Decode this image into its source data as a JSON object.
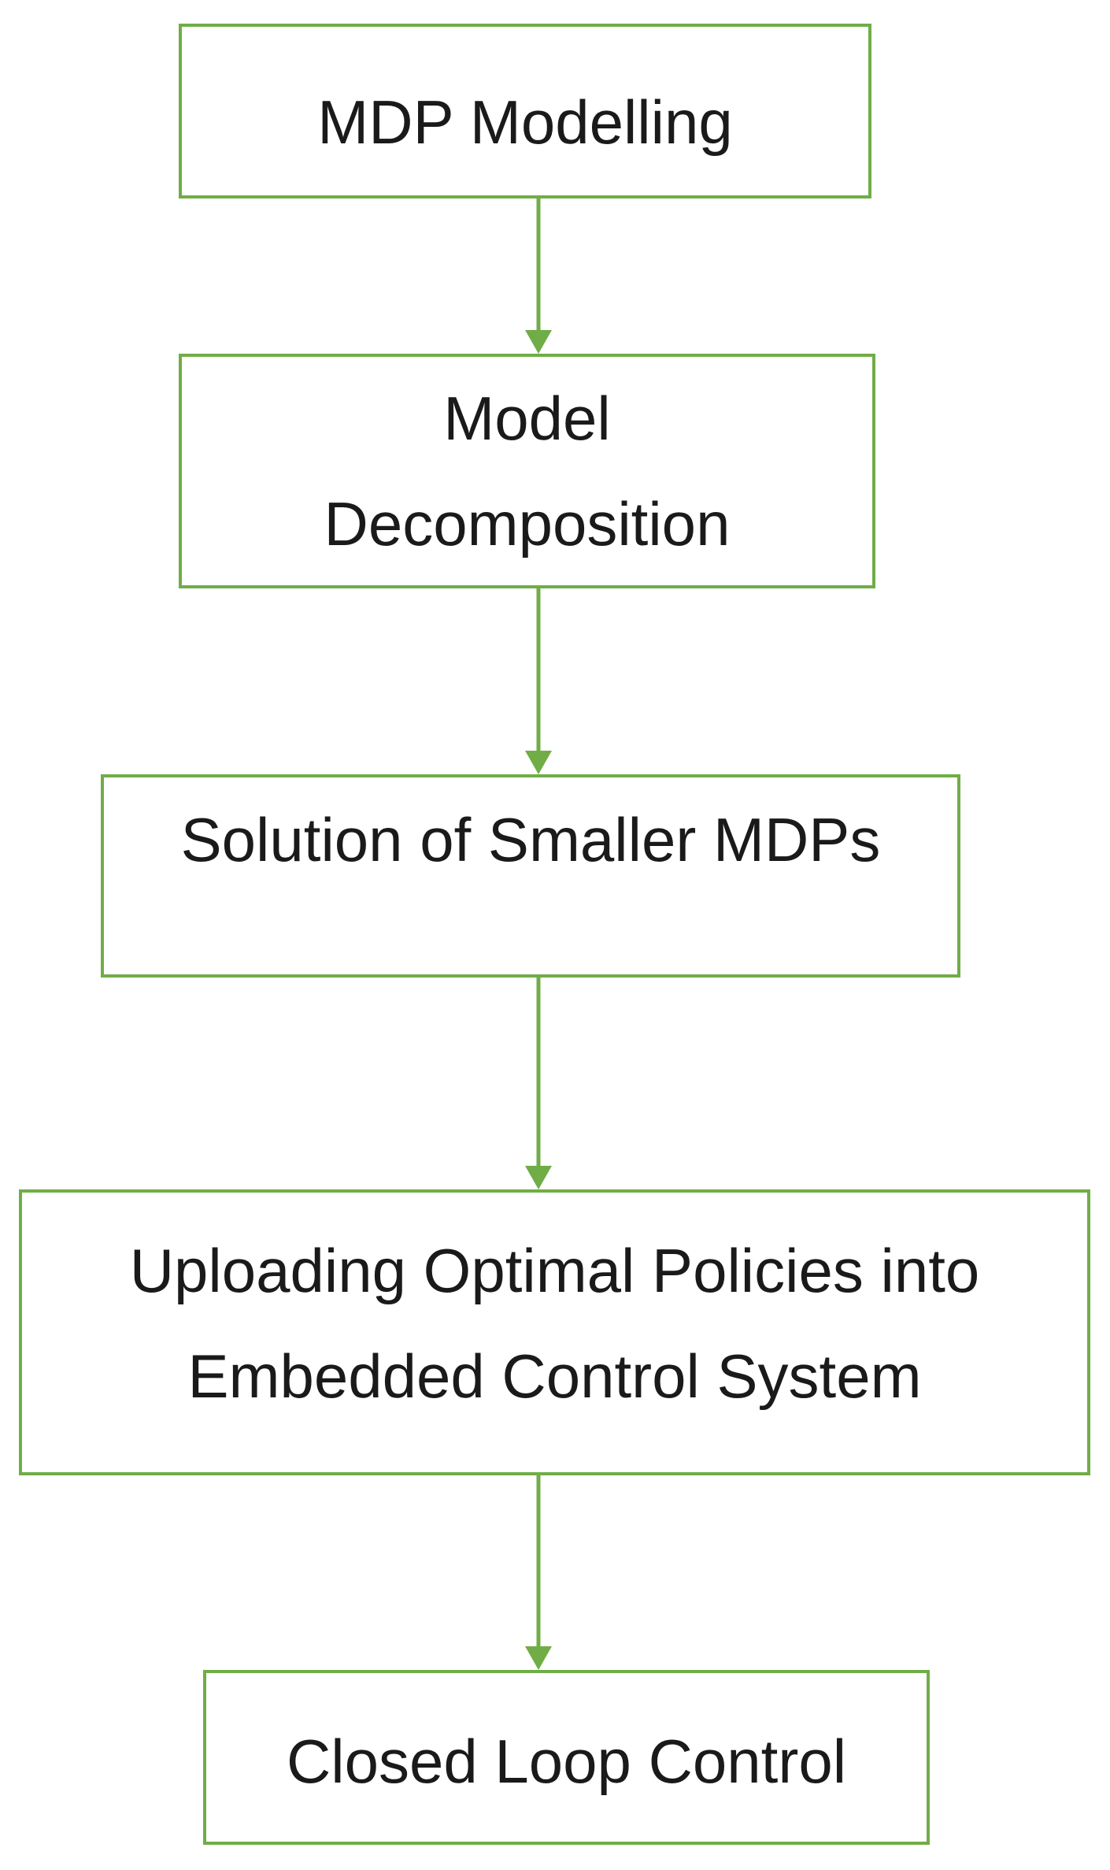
{
  "diagram": {
    "line_color": "#70ad47",
    "text_color": "#1a1a1a",
    "steps": [
      {
        "lines": [
          "MDP Modelling"
        ]
      },
      {
        "lines": [
          "Model",
          "Decomposition"
        ]
      },
      {
        "lines": [
          "Solution of Smaller MDPs"
        ]
      },
      {
        "lines": [
          "Uploading Optimal Policies into",
          "Embedded Control System"
        ]
      },
      {
        "lines": [
          "Closed Loop Control"
        ]
      }
    ],
    "edges": [
      {
        "from": 0,
        "to": 1
      },
      {
        "from": 1,
        "to": 2
      },
      {
        "from": 2,
        "to": 3
      },
      {
        "from": 3,
        "to": 4
      }
    ]
  }
}
